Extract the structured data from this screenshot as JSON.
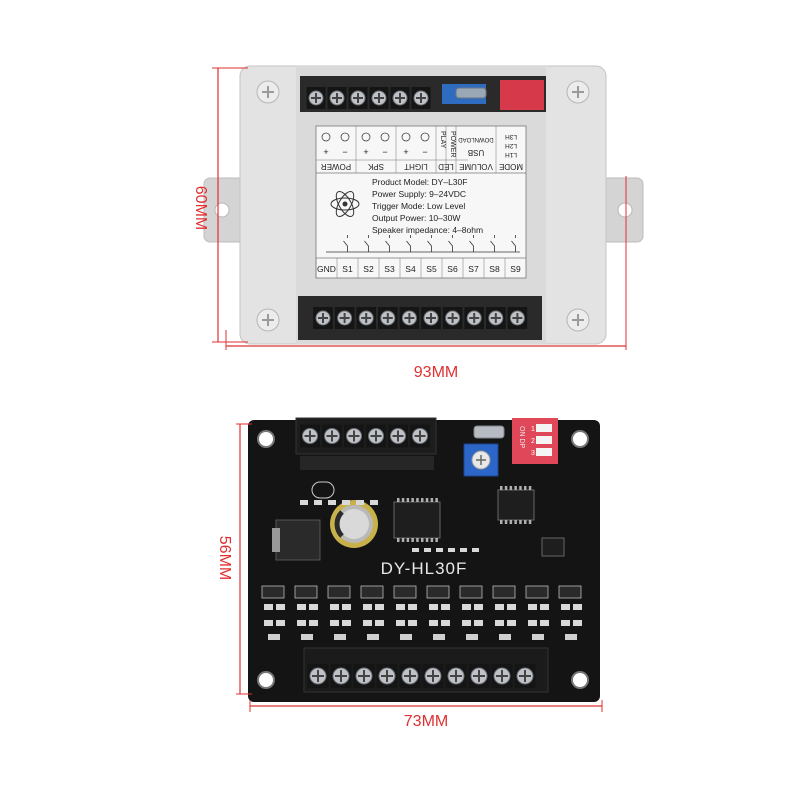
{
  "dimensions": {
    "top_height": "60MM",
    "top_width": "93MM",
    "bottom_height": "56MM",
    "bottom_width": "73MM"
  },
  "label_header": {
    "top_row_left": [
      "+",
      "−",
      "+",
      "−",
      "+",
      "−"
    ],
    "play": "PLAY",
    "power_vert": "POWER",
    "usb": "USB",
    "download": "DOWNLOAD",
    "mode_levels": [
      "L3H",
      "L2H",
      "L1H"
    ],
    "groups": [
      "POWER",
      "SPK",
      "LIGHT",
      "LED",
      "VOLUME",
      "MODE"
    ]
  },
  "label_specs": [
    "Product Model: DY–L30F",
    "Power Supply: 9–24VDC",
    "Trigger Mode: Low Level",
    "Output Power: 10–30W",
    "Speaker impedance: 4–8ohm"
  ],
  "terminals": [
    "GND",
    "S1",
    "S2",
    "S3",
    "S4",
    "S5",
    "S6",
    "S7",
    "S8",
    "S9"
  ],
  "dip": {
    "label": "ON DP",
    "numbers": [
      "1",
      "2",
      "3"
    ]
  },
  "pcb_model": "DY-HL30F",
  "colors": {
    "dimension": "#e03030",
    "housing": "#dcdcdc",
    "pcb": "#141414",
    "terminal": "#1a1a1a"
  }
}
